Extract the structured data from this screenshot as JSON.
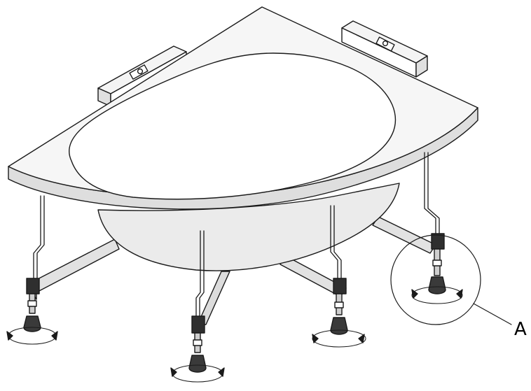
{
  "figure": {
    "callout": {
      "label": "A"
    }
  },
  "colors": {
    "outline": "#1a1a1a",
    "rim_fill": "#f6f6f6",
    "basin_fill": "#ffffff",
    "shell_fill": "#ebebeb",
    "frame_fill": "#e2e2e2",
    "foot_fill": "#3a3a3a",
    "rod_fill": "#cfcfcf"
  },
  "parts": [
    "bathtub",
    "support-frame",
    "mounting-bracket",
    "adjustable-foot"
  ]
}
